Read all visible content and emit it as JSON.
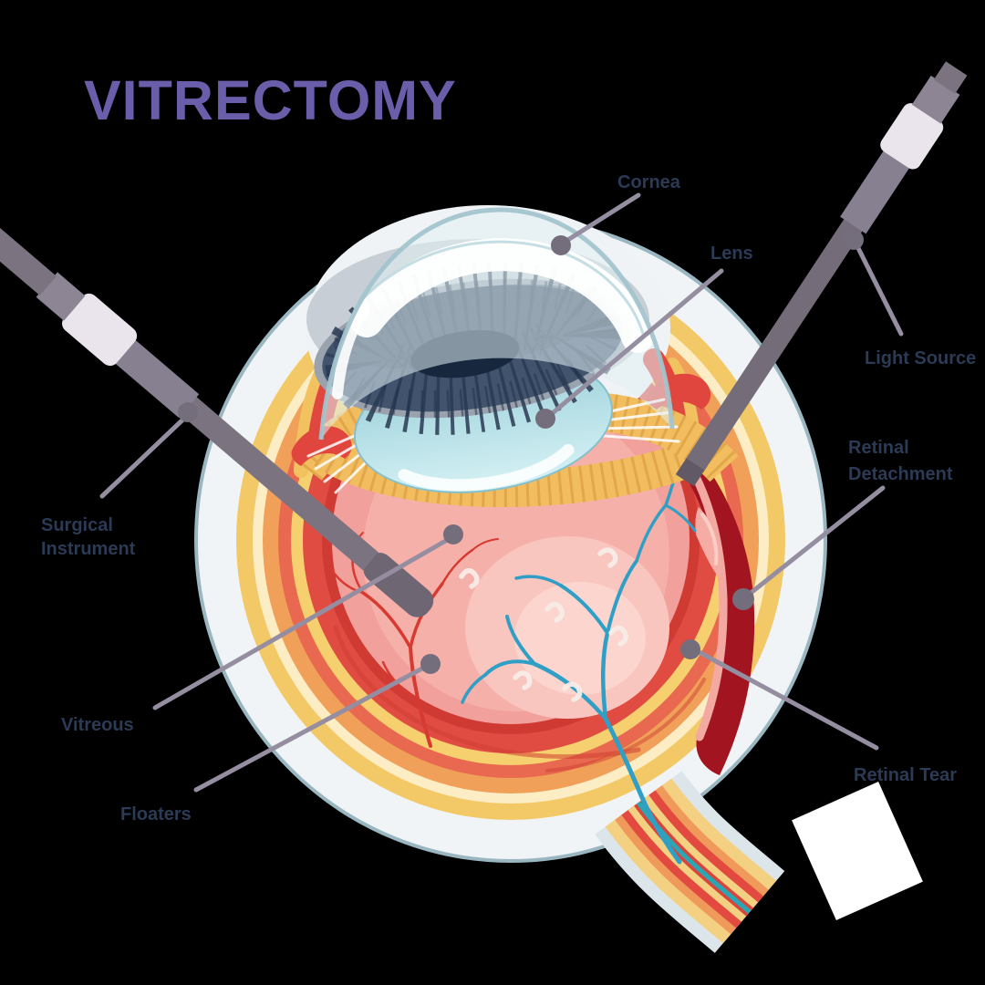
{
  "title": {
    "text": "VITRECTOMY"
  },
  "annotations": {
    "cornea": {
      "label": "Cornea"
    },
    "lens": {
      "label": "Lens"
    },
    "light_source": {
      "label": "Light Source"
    },
    "retinal_detachment": {
      "line1": "Retinal",
      "line2": "Detachment"
    },
    "surgical_instrument": {
      "line1": "Surgical",
      "line2": "Instrument"
    },
    "vitreous": {
      "label": "Vitreous"
    },
    "floaters": {
      "label": "Floaters"
    },
    "retinal_tear": {
      "label": "Retinal Tear"
    }
  },
  "diagram": {
    "type": "anatomical-illustration",
    "subject": "eye cross-section during vitrectomy surgery",
    "parts_shown": [
      "cornea",
      "lens",
      "iris",
      "pupil",
      "sclera",
      "choroid",
      "retina",
      "vitreous",
      "floaters",
      "retinal detachment",
      "retinal tear",
      "optic nerve",
      "surgical instrument",
      "light source probe"
    ],
    "floater_count": 6,
    "instrument_count": 2
  },
  "palette": {
    "background": "#000000",
    "title_color": "#6a5da9",
    "label_color": "#2b3a55",
    "leader_line_color": "#958da0",
    "leader_dot_color": "#746e7c",
    "instrument_gray": "#7b7380",
    "instrument_collar": "#eae5ec",
    "sclera_white": "#f0f4f6",
    "choroid_yellow": "#f3c968",
    "choroid_orange": "#f0a058",
    "retina_red": "#e04b42",
    "detachment_dark_red": "#a31421",
    "vitreous_pink": "#f2a09b",
    "lens_blue": "#d6f2f5",
    "iris_navy": "#42536e",
    "pupil_navy": "#16273e",
    "vessel_red": "#d63a30",
    "vessel_blue": "#2f9fc6"
  }
}
